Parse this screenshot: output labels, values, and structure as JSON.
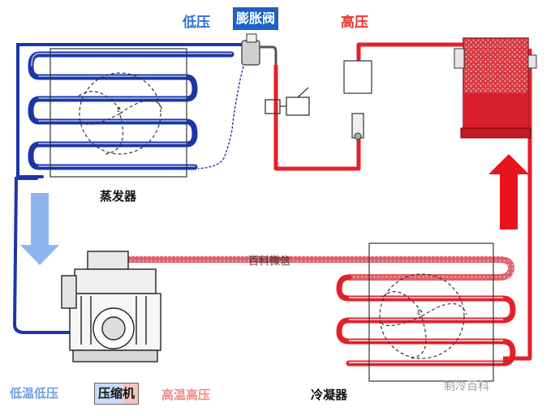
{
  "labels": {
    "low_pressure": "低压",
    "expansion_valve": "膨胀阀",
    "high_pressure": "高压",
    "evaporator": "蒸发器",
    "low_temp_low_pressure": "低温低压",
    "compressor": "压缩机",
    "high_temp_high_pressure": "高温高压",
    "condenser": "冷凝器",
    "pipe_text": "百科微信",
    "watermark": "制冷百科"
  },
  "colors": {
    "low_side_blue": "#1c35a8",
    "high_side_red": "#e3202a",
    "label_blue": "#2e6fd0",
    "label_red": "#e8332f",
    "flow_arrow_blue": "#8fb6ec",
    "flow_arrow_red": "#e8141b",
    "receiver_red": "#d8202a"
  },
  "icons": [
    "fan-icon",
    "flow-arrow-down-icon",
    "flow-arrow-up-icon"
  ]
}
